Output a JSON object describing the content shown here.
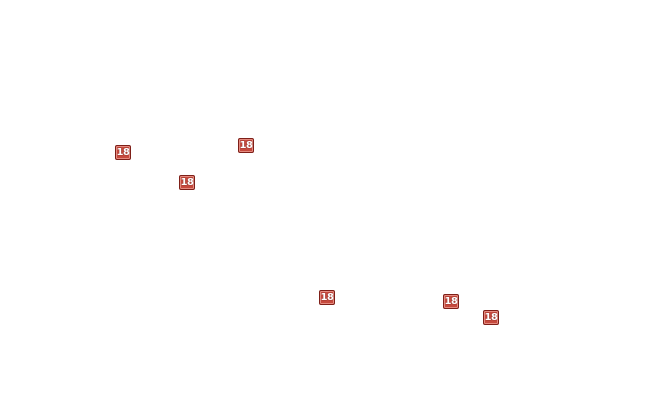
{
  "map": {
    "background_color": "#ffffff",
    "shield_fill_color": "#c64a3e",
    "shield_border_color": "#7e1f18",
    "route_shields": [
      {
        "label": "18",
        "icon": "route-18-shield-icon"
      },
      {
        "label": "18",
        "icon": "route-18-shield-icon"
      },
      {
        "label": "18",
        "icon": "route-18-shield-icon"
      },
      {
        "label": "18",
        "icon": "route-18-shield-icon"
      },
      {
        "label": "18",
        "icon": "route-18-shield-icon"
      },
      {
        "label": "18",
        "icon": "route-18-shield-icon"
      }
    ]
  }
}
